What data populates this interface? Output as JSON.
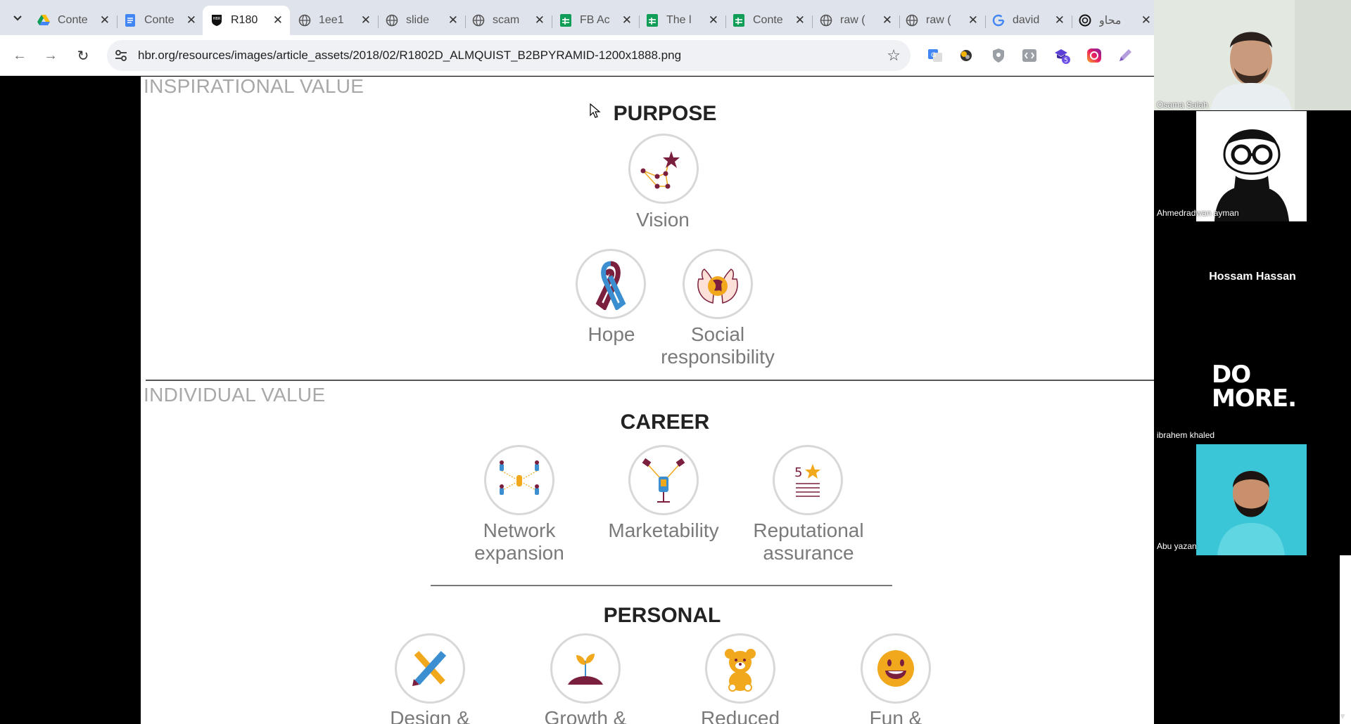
{
  "browser": {
    "tabs": [
      {
        "title": "Conte",
        "icon": "google-drive-icon"
      },
      {
        "title": "Conte",
        "icon": "google-docs-icon"
      },
      {
        "title": "R180",
        "icon": "hbr-icon",
        "active": true
      },
      {
        "title": "1ee1",
        "icon": "globe-icon"
      },
      {
        "title": "slide",
        "icon": "globe-icon"
      },
      {
        "title": "scam",
        "icon": "globe-icon"
      },
      {
        "title": "FB Ac",
        "icon": "google-sheets-icon"
      },
      {
        "title": "The l",
        "icon": "google-sheets-icon"
      },
      {
        "title": "Conte",
        "icon": "google-sheets-icon"
      },
      {
        "title": "raw (",
        "icon": "globe-icon"
      },
      {
        "title": "raw (",
        "icon": "globe-icon"
      },
      {
        "title": "david",
        "icon": "google-icon"
      },
      {
        "title": "محاو",
        "icon": "chatgpt-icon"
      }
    ],
    "url": "hbr.org/resources/images/article_assets/2018/02/R1802D_ALMQUIST_B2BPYRAMID-1200x1888.png",
    "extension_badge": "5"
  },
  "pyramid": {
    "inspirational_label": "INSPIRATIONAL VALUE",
    "purpose_title": "PURPOSE",
    "vision": "Vision",
    "hope": "Hope",
    "social_1": "Social",
    "social_2": "responsibility",
    "individual_label": "INDIVIDUAL VALUE",
    "career_title": "CAREER",
    "network_1": "Network",
    "network_2": "expansion",
    "marketability": "Marketability",
    "reputational_1": "Reputational",
    "reputational_2": "assurance",
    "personal_title": "PERSONAL",
    "design": "Design &",
    "growth": "Growth &",
    "reduced": "Reduced",
    "fun": "Fun &"
  },
  "colors": {
    "maroon": "#7a1f3d",
    "blue": "#3b8fd1",
    "gold": "#f2a81d",
    "meet_teal": "#3ac6d6"
  },
  "meeting": {
    "participants": [
      {
        "name": "Osama Salah"
      },
      {
        "name": "Ahmedradwan ayman"
      },
      {
        "name": "Hossam Hassan"
      },
      {
        "name": "ibrahem khaled"
      },
      {
        "name": "Abu yazan"
      }
    ],
    "do_more_line1": "DO",
    "do_more_line2": "MORE."
  }
}
